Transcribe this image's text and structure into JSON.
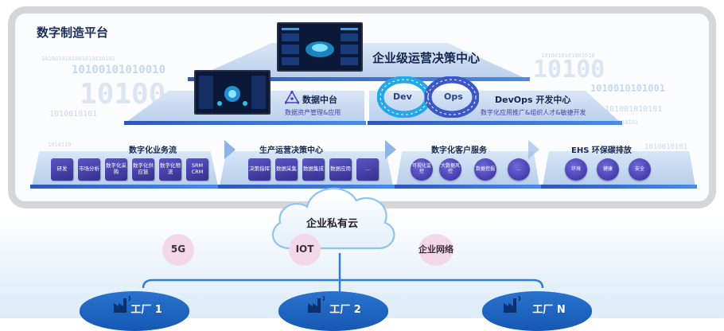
{
  "platform": {
    "title": "数字制造平台"
  },
  "top_tier": {
    "label": "企业级运营决策中心"
  },
  "mid_tier": {
    "data_center": {
      "label": "数据中台",
      "sub": "数据资产管理&应用"
    },
    "devops": {
      "label": "DevOps 开发中心",
      "sub": "数字化应用推广&组织人才&敏捷开发",
      "dev": "Dev",
      "ops": "Ops"
    }
  },
  "business": {
    "digital_flow": {
      "label": "数字化业务流",
      "items": [
        "研发",
        "市场分析",
        "数字化采购",
        "数字化供应链",
        "数字化物流",
        "SRM CRM"
      ]
    },
    "production": {
      "label": "生产运营决策中心",
      "items": [
        "决策指挥",
        "数据采集",
        "数据集成",
        "数据应用",
        "..."
      ]
    },
    "customer": {
      "label": "数字化客户服务",
      "items": [
        "可视化监控",
        "大数据风控",
        "数据挖掘",
        "..."
      ]
    },
    "ehs": {
      "label": "EHS 环保碳排放",
      "items": [
        "环境",
        "健康",
        "安全"
      ]
    }
  },
  "cloud": {
    "label": "企业私有云"
  },
  "network": {
    "g5": "5G",
    "iot": "IOT",
    "enterprise": "企业网络"
  },
  "factories": [
    "工厂 1",
    "工厂 2",
    "工厂 N"
  ],
  "binary": [
    "1010010101001010010101",
    "10100101010010",
    "10100",
    "1010010101",
    "1010110",
    "1010010101001010",
    "1010010101001",
    "10100",
    "101001010101",
    "1010010101",
    "1001010101"
  ]
}
